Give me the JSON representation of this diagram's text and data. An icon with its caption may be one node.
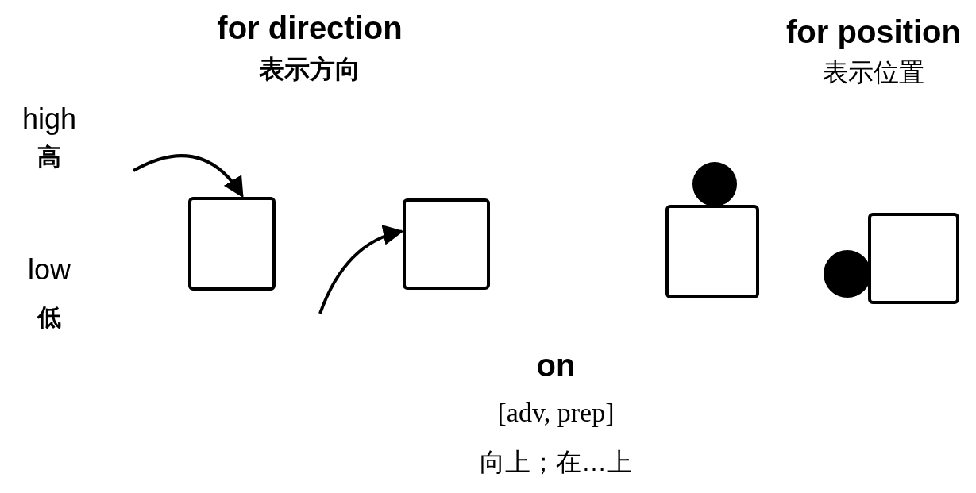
{
  "diagram": {
    "nodes": [
      {
        "text": [],
        "shape": "box"
      },
      {
        "text": [],
        "shape": "box"
      },
      {
        "text": [],
        "shape": "circle"
      },
      {
        "text": [],
        "shape": "box"
      },
      {
        "text": [],
        "shape": "circle"
      },
      {
        "text": [],
        "shape": "box"
      }
    ],
    "edges": [
      {
        "from": null,
        "to": 0,
        "arrow": "to"
      },
      {
        "from": null,
        "to": 1,
        "arrow": "to"
      }
    ],
    "labels": [
      "for direction",
      "表示方向",
      "for position",
      "表示位置",
      "high",
      "高",
      "low",
      "低",
      "on",
      "[adv, prep]",
      "向上；在…上"
    ]
  }
}
